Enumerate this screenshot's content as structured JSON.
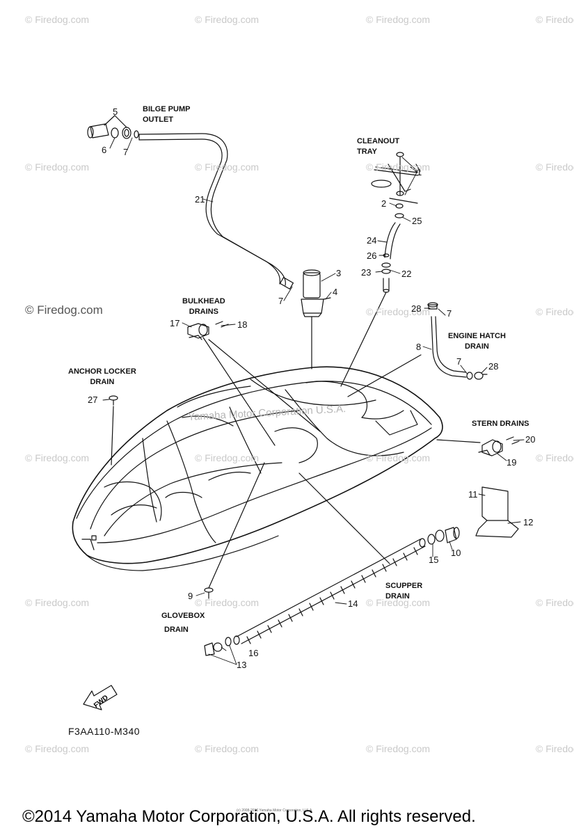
{
  "watermark": {
    "text": "© Firedog.com",
    "prominent": "© Firedog.com",
    "hull_text": "Yamaha Motor Corporation U.S.A."
  },
  "captions": {
    "bilge_pump_outlet": [
      "BILGE PUMP",
      "OUTLET"
    ],
    "cleanout_tray": [
      "CLEANOUT",
      "TRAY"
    ],
    "bulkhead_drains": [
      "BULKHEAD",
      "DRAINS"
    ],
    "engine_hatch_drain": [
      "ENGINE HATCH",
      "DRAIN"
    ],
    "anchor_locker_drain": [
      "ANCHOR LOCKER",
      "DRAIN"
    ],
    "stern_drains": [
      "STERN DRAINS"
    ],
    "scupper_drain": [
      "SCUPPER",
      "DRAIN"
    ],
    "glovebox_drain": [
      "GLOVEBOX",
      "DRAIN"
    ]
  },
  "callouts": [
    "5",
    "6",
    "7",
    "21",
    "1",
    "2",
    "25",
    "24",
    "26",
    "23",
    "22",
    "3",
    "4",
    "7",
    "17",
    "18",
    "28",
    "7",
    "8",
    "7",
    "28",
    "27",
    "20",
    "19",
    "11",
    "12",
    "10",
    "15",
    "9",
    "14",
    "16",
    "13"
  ],
  "fwd_label": "FWD",
  "diagram_code": "F3AA110-M340",
  "copyright_small": "(c) 2008-2016 Yamaha Motor Corporation, U.S.A.",
  "footer": "©2014 Yamaha Motor Corporation, U.S.A. All rights reserved."
}
